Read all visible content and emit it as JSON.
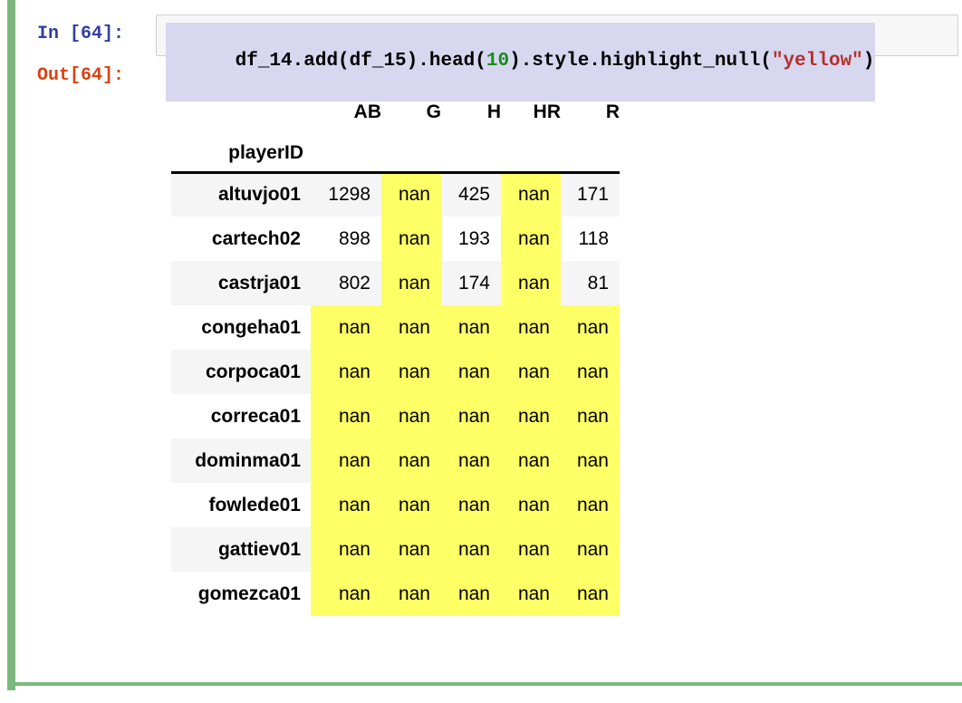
{
  "notebook": {
    "cell": {
      "execution_count": 64,
      "input_prompt": "In [64]:",
      "output_prompt": "Out[64]:",
      "code_segments": [
        {
          "text": "df_14.add(df_15).head(",
          "type": "plain"
        },
        {
          "text": "10",
          "type": "number"
        },
        {
          "text": ").style.highlight_null(",
          "type": "plain"
        },
        {
          "text": "\"yellow\"",
          "type": "string"
        },
        {
          "text": ")",
          "type": "plain"
        }
      ],
      "code_full": "df_14.add(df_15).head(10).style.highlight_null(\"yellow\")"
    }
  },
  "colors": {
    "input_prompt": "#303f9f",
    "output_prompt": "#d84315",
    "code_selection_bg": "#d7d7ef",
    "code_number": "#198c19",
    "code_string": "#b5302b",
    "null_highlight": "#ffff66",
    "row_stripe": "#f5f5f5",
    "cell_selected_bar": "#7cb87c"
  },
  "table": {
    "index_name": "playerID",
    "columns": [
      "AB",
      "G",
      "H",
      "HR",
      "R"
    ],
    "null_label": "nan",
    "rows": [
      {
        "index": "altuvjo01",
        "values": [
          "1298",
          "nan",
          "425",
          "nan",
          "171"
        ],
        "nulls": [
          false,
          true,
          false,
          true,
          false
        ]
      },
      {
        "index": "cartech02",
        "values": [
          "898",
          "nan",
          "193",
          "nan",
          "118"
        ],
        "nulls": [
          false,
          true,
          false,
          true,
          false
        ]
      },
      {
        "index": "castrja01",
        "values": [
          "802",
          "nan",
          "174",
          "nan",
          "81"
        ],
        "nulls": [
          false,
          true,
          false,
          true,
          false
        ]
      },
      {
        "index": "congeha01",
        "values": [
          "nan",
          "nan",
          "nan",
          "nan",
          "nan"
        ],
        "nulls": [
          true,
          true,
          true,
          true,
          true
        ]
      },
      {
        "index": "corpoca01",
        "values": [
          "nan",
          "nan",
          "nan",
          "nan",
          "nan"
        ],
        "nulls": [
          true,
          true,
          true,
          true,
          true
        ]
      },
      {
        "index": "correca01",
        "values": [
          "nan",
          "nan",
          "nan",
          "nan",
          "nan"
        ],
        "nulls": [
          true,
          true,
          true,
          true,
          true
        ]
      },
      {
        "index": "dominma01",
        "values": [
          "nan",
          "nan",
          "nan",
          "nan",
          "nan"
        ],
        "nulls": [
          true,
          true,
          true,
          true,
          true
        ]
      },
      {
        "index": "fowlede01",
        "values": [
          "nan",
          "nan",
          "nan",
          "nan",
          "nan"
        ],
        "nulls": [
          true,
          true,
          true,
          true,
          true
        ]
      },
      {
        "index": "gattiev01",
        "values": [
          "nan",
          "nan",
          "nan",
          "nan",
          "nan"
        ],
        "nulls": [
          true,
          true,
          true,
          true,
          true
        ]
      },
      {
        "index": "gomezca01",
        "values": [
          "nan",
          "nan",
          "nan",
          "nan",
          "nan"
        ],
        "nulls": [
          true,
          true,
          true,
          true,
          true
        ]
      }
    ]
  }
}
